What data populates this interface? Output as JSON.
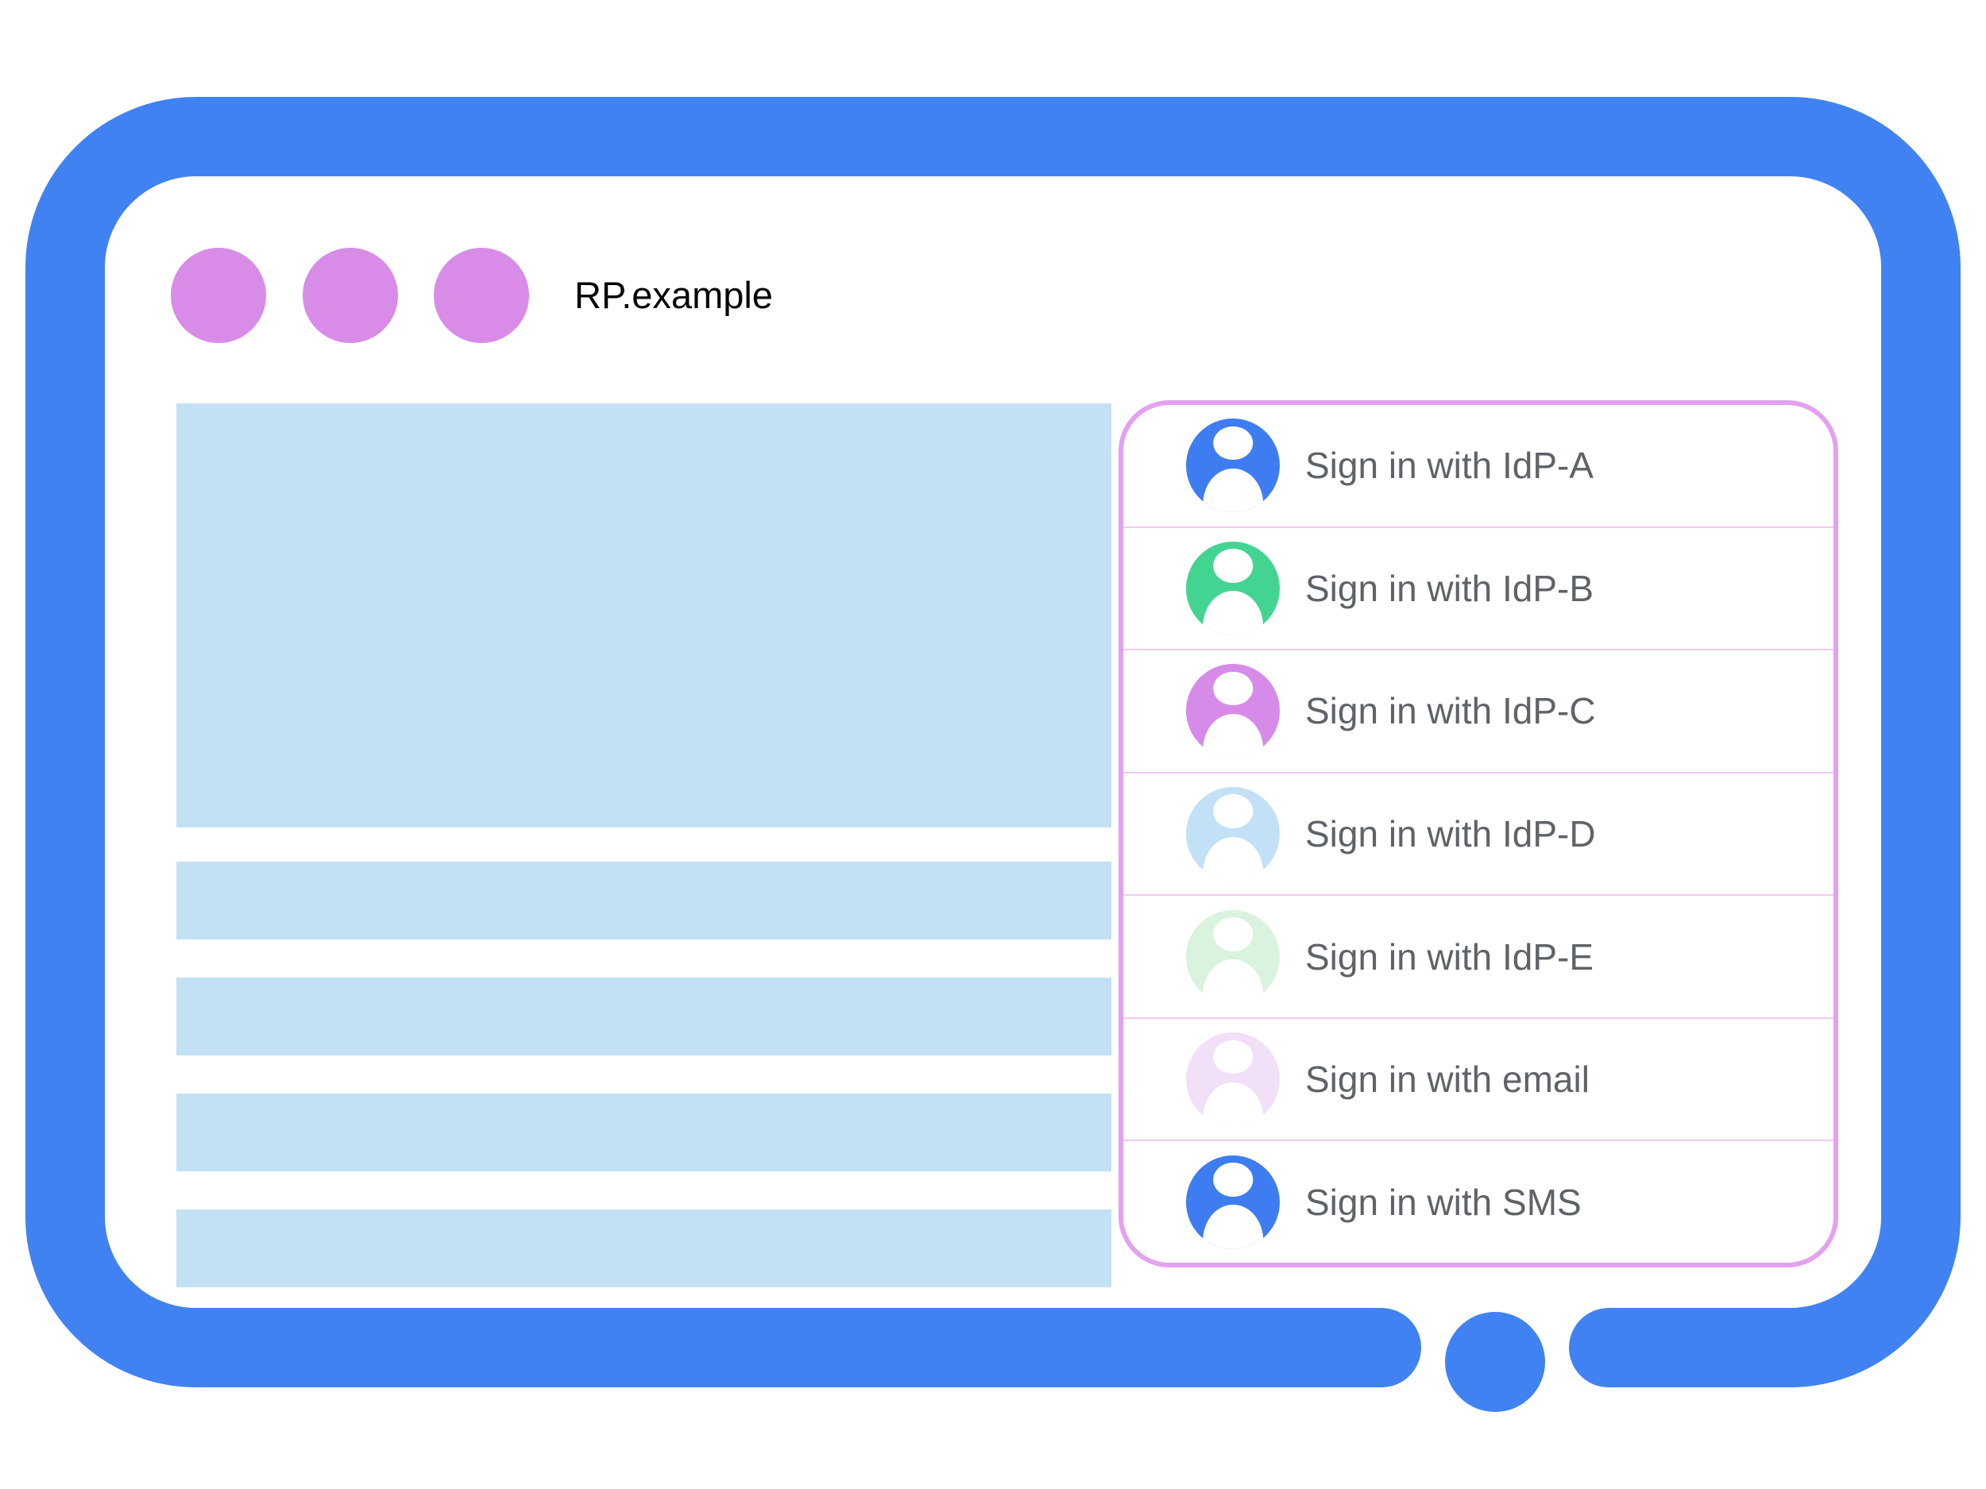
{
  "window": {
    "title": "RP.example"
  },
  "sign_in": {
    "options": [
      {
        "label": "Sign in with IdP-A",
        "avatar_color": "#3e7df1"
      },
      {
        "label": "Sign in with IdP-B",
        "avatar_color": "#44d492"
      },
      {
        "label": "Sign in with IdP-C",
        "avatar_color": "#d78be8"
      },
      {
        "label": "Sign in with IdP-D",
        "avatar_color": "#c3e1f6"
      },
      {
        "label": "Sign in with IdP-E",
        "avatar_color": "#d9f3de"
      },
      {
        "label": "Sign in with email",
        "avatar_color": "#f1e0f7"
      },
      {
        "label": "Sign in with SMS",
        "avatar_color": "#3e7df1"
      }
    ]
  },
  "colors": {
    "frame": "#4182f3",
    "placeholder": "#c3e1f5",
    "dot": "#d88ce8",
    "panel_border": "#e3a1ef",
    "divider": "#f2c9f3",
    "label": "#5f6368",
    "title": "#060606"
  }
}
